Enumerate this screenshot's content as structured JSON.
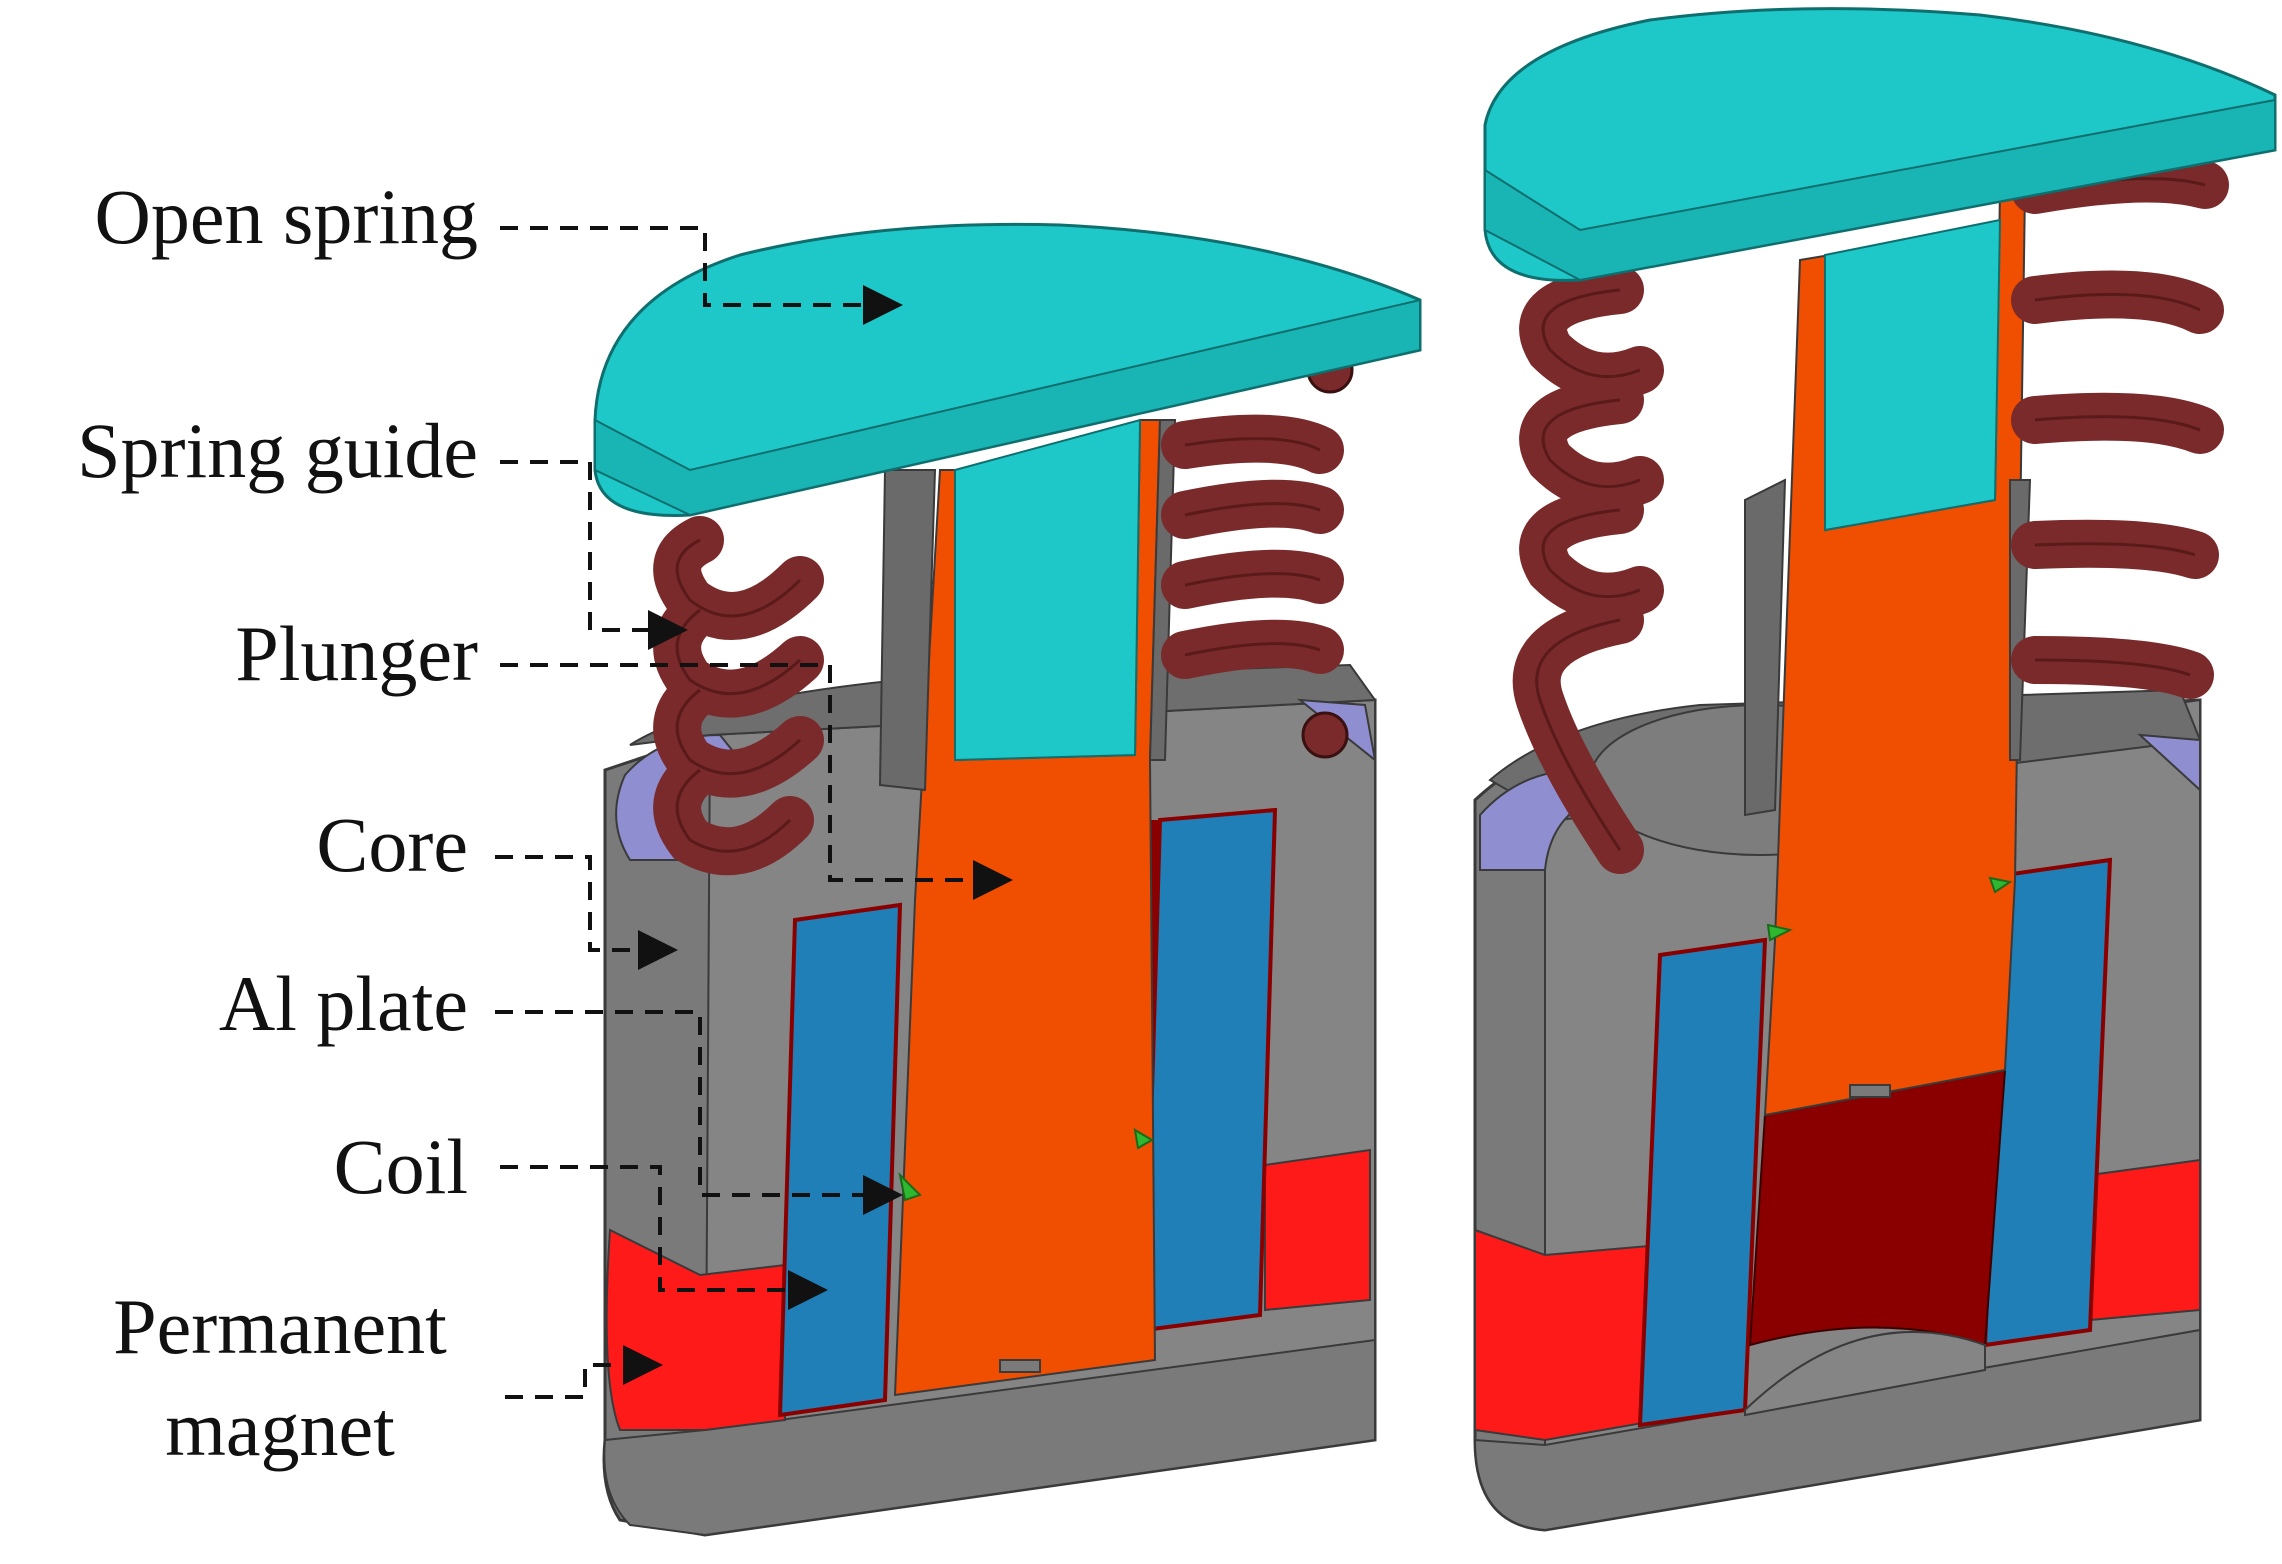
{
  "labels": {
    "open_spring": "Open spring",
    "spring_guide": "Spring guide",
    "plunger": "Plunger",
    "core": "Core",
    "al_plate": "Al plate",
    "coil": "Coil",
    "permanent_magnet_line1": "Permanent",
    "permanent_magnet_line2": "magnet"
  },
  "colors": {
    "spring_guide": "#1fc8c8",
    "spring": "#7a2a2a",
    "plunger": "#f04e00",
    "core": "#7a7a7a",
    "coil": "#1f7fb6",
    "magnet": "#ff1a1a",
    "al_plate": "#2fb82f",
    "cavity": "#8a0000",
    "rim": "#8e8ed0"
  }
}
